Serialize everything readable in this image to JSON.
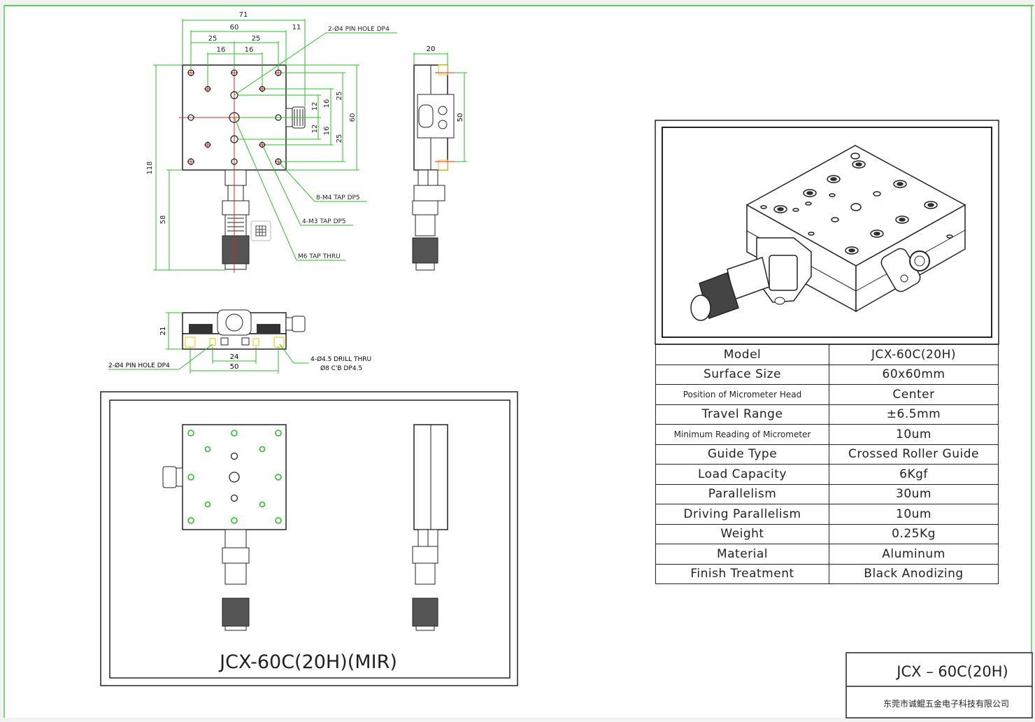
{
  "drawing": {
    "title_block": {
      "model": "JCX  –  60C(20H)",
      "company": "东莞市诚鲲五金电子科技有限公司"
    },
    "mirror_view_label": "JCX-60C(20H)(MIR)",
    "callouts": {
      "pin_hole_top": "2-Ø4 PIN HOLE DP4",
      "m4_tap": "8-M4 TAP DP5",
      "m3_tap": "4-M3 TAP DP5",
      "m6_tap": "M6 TAP THRU",
      "pin_hole_bottom": "2-Ø4 PIN HOLE DP4",
      "drill_thru_1": "4-Ø4.5 DRILL THRU",
      "drill_thru_2": "Ø8 C'B DP4.5"
    },
    "dimensions": {
      "d71": "71",
      "d60": "60",
      "d11": "11",
      "d25a": "25",
      "d25b": "25",
      "d16a": "16",
      "d16b": "16",
      "d118": "118",
      "d58": "58",
      "d12a": "12",
      "d12b": "12",
      "d16c": "16",
      "d16d": "16",
      "d25c": "25",
      "d25d": "25",
      "d60v": "60",
      "d20": "20",
      "d50v": "50",
      "d21": "21",
      "d24": "24",
      "d50": "50"
    }
  },
  "specs": [
    {
      "key": "Model",
      "value": "JCX-60C(20H)"
    },
    {
      "key": "Surface Size",
      "value": "60x60mm"
    },
    {
      "key": "Position of Micrometer Head",
      "value": "Center"
    },
    {
      "key": "Travel Range",
      "value": "±6.5mm"
    },
    {
      "key": "Minimum Reading of Micrometer",
      "value": "10um"
    },
    {
      "key": "Guide Type",
      "value": "Crossed Roller Guide"
    },
    {
      "key": "Load Capacity",
      "value": "6Kgf"
    },
    {
      "key": "Parallelism",
      "value": "30um"
    },
    {
      "key": "Driving Parallelism",
      "value": "10um"
    },
    {
      "key": "Weight",
      "value": "0.25Kg"
    },
    {
      "key": "Material",
      "value": "Aluminum"
    },
    {
      "key": "Finish Treatment",
      "value": "Black Anodizing"
    }
  ],
  "colors": {
    "dimension_green": "#27c227",
    "center_red": "#e02020",
    "pin_yellow": "#e8c400",
    "line_black": "#222222"
  }
}
